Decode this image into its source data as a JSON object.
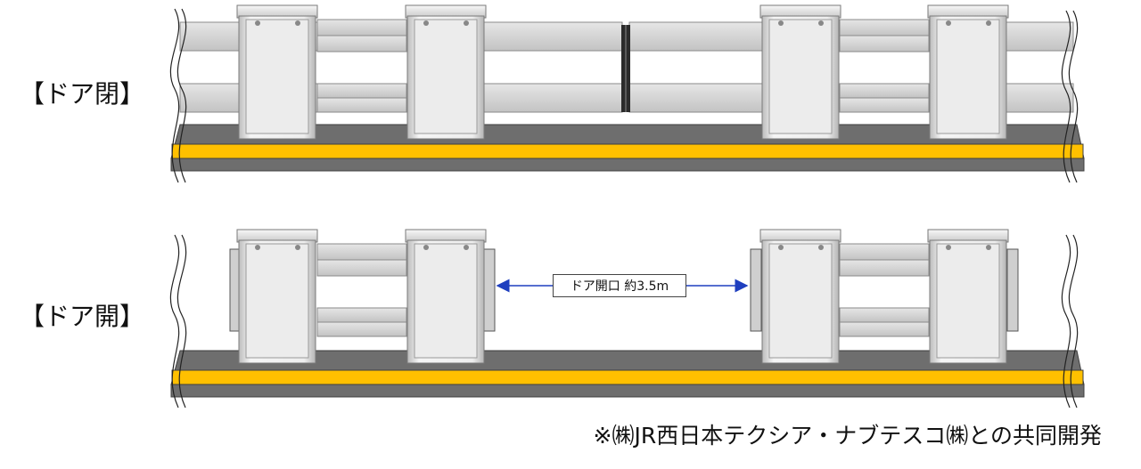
{
  "labels": {
    "closed": "【ドア閉】",
    "open": "【ドア開】"
  },
  "dimension": {
    "text": "ドア開口 約3.5m"
  },
  "footnote": "※㈱JR西日本テクシア・ナブテスコ㈱との共同開発",
  "colors": {
    "platform_gray": "#6e6e6e",
    "platform_edge": "#3f3f3f",
    "tactile_yellow": "#ffc000",
    "arrow_blue": "#1f3fbf",
    "bar_fill": "#d4d4d4",
    "bar_stroke": "#8a8a8a",
    "post_fill": "#ececec",
    "post_stroke": "#7a7a7a"
  }
}
